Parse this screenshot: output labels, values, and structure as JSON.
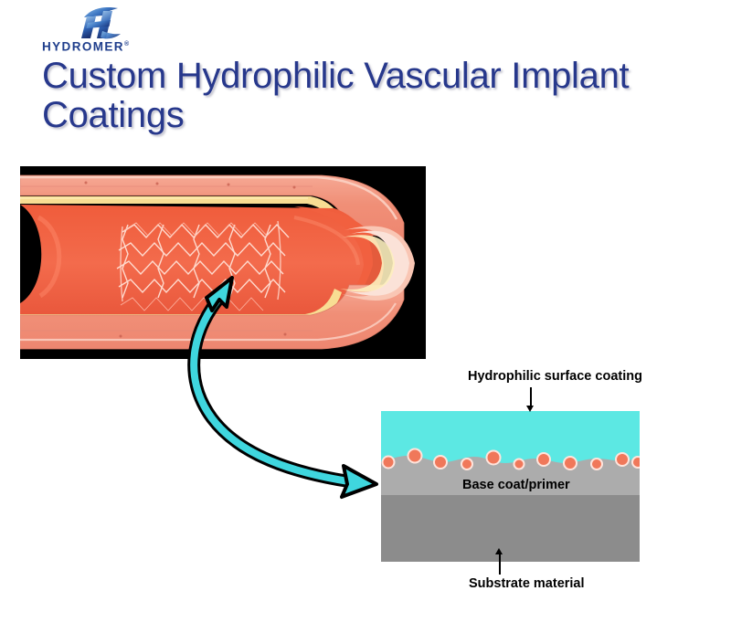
{
  "slide": {
    "title": "Custom Hydrophilic Vascular Implant Coatings",
    "background_color": "#ffffff"
  },
  "logo": {
    "name": "hydromer-logo",
    "wordmark": "HYDROMER",
    "trademark": "®",
    "mark_icon": "stylized-h-monogram",
    "color_dark": "#1F3E8C",
    "color_mid": "#2E6BC0",
    "color_light": "#7FB2E5"
  },
  "vessel_image": {
    "name": "stented-blood-vessel-illustration",
    "background_color": "#000000",
    "vessel_wall_color": "#F2917B",
    "lumen_color": "#F05A3C",
    "intima_color": "#FADFA0",
    "stent_mesh_color": "#FFE8E0"
  },
  "callout_arrow": {
    "name": "double-headed-curved-arrow",
    "fill_color": "#3FD6DE",
    "outline_color": "#000000",
    "direction": "bidirectional"
  },
  "layer_diagram": {
    "name": "coating-cross-section-diagram",
    "layers": [
      {
        "id": "surface-coating",
        "label": "Hydrophilic surface coating",
        "color": "#5CE8E3"
      },
      {
        "id": "base-coat",
        "label": "Base coat/primer",
        "color": "#ACACAC"
      },
      {
        "id": "substrate",
        "label": "Substrate material",
        "color": "#8C8C8C"
      }
    ],
    "particles": {
      "name": "primer-particle",
      "fill_color": "#F0785A",
      "outline_color": "#FFE4DC",
      "count": 11
    }
  }
}
